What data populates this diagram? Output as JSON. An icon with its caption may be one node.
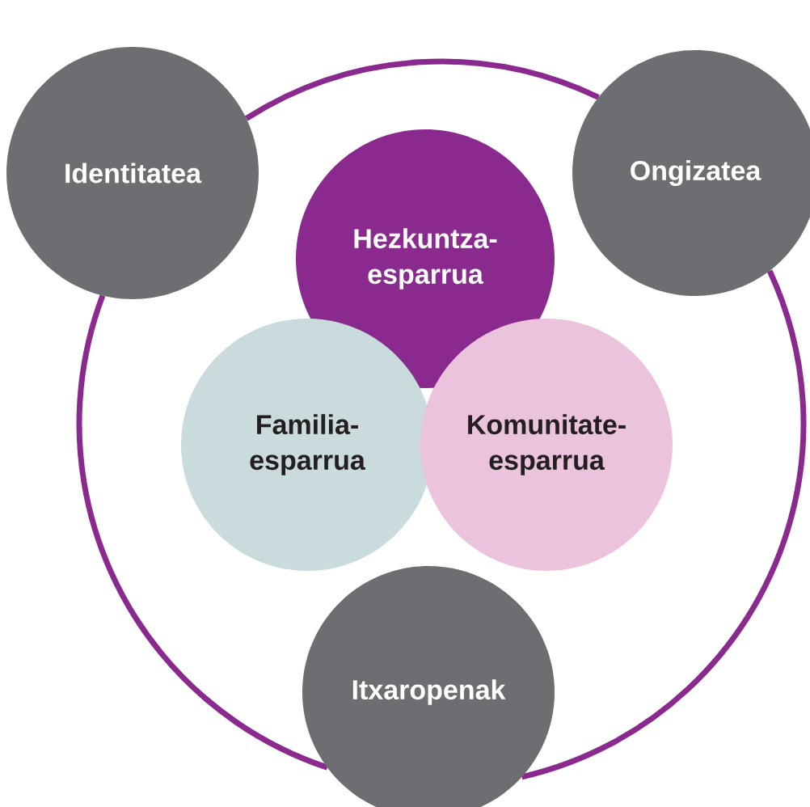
{
  "diagram": {
    "nodes": [
      {
        "text": [
          "Identitatea"
        ]
      },
      {
        "text": [
          "Ongizatea"
        ]
      },
      {
        "text": [
          "Hezkuntza-esparrua"
        ]
      },
      {
        "text": [
          "Familia-esparrua"
        ]
      },
      {
        "text": [
          "Komunitate-esparrua"
        ]
      },
      {
        "text": [
          "Itxaropenak"
        ]
      }
    ]
  }
}
